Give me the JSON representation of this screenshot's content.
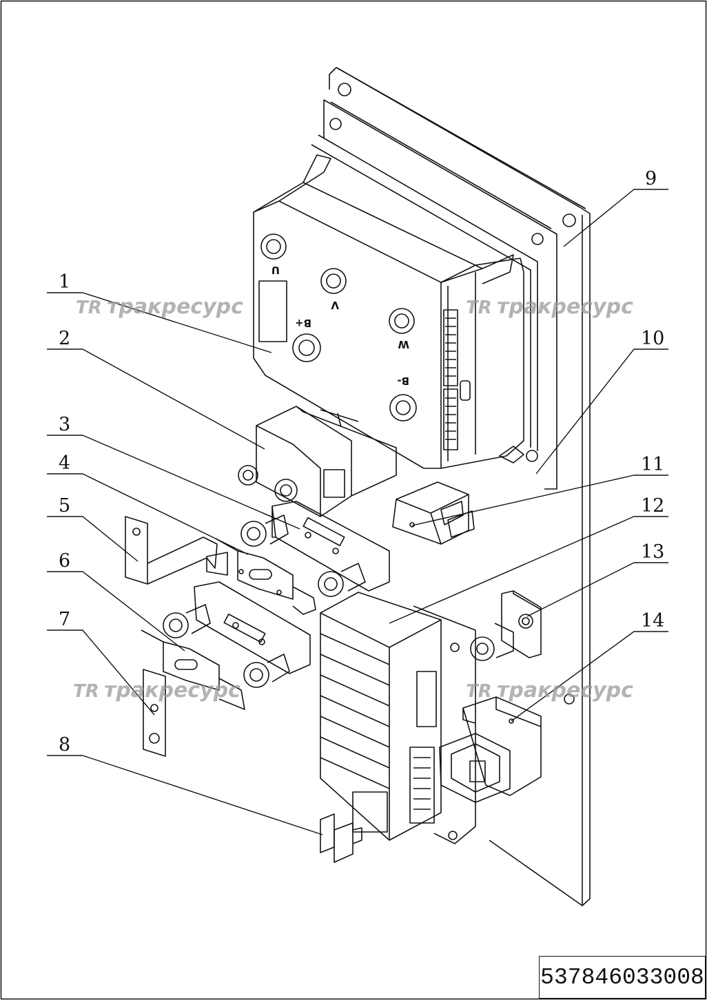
{
  "part_number": "537846033008",
  "watermark": {
    "logo": "TR",
    "text": "тракресурс"
  },
  "terminal_labels": [
    "U",
    "V",
    "W",
    "B+",
    "B-"
  ],
  "callouts": [
    "1",
    "2",
    "3",
    "4",
    "5",
    "6",
    "7",
    "8",
    "9",
    "10",
    "11",
    "12",
    "13",
    "14"
  ]
}
